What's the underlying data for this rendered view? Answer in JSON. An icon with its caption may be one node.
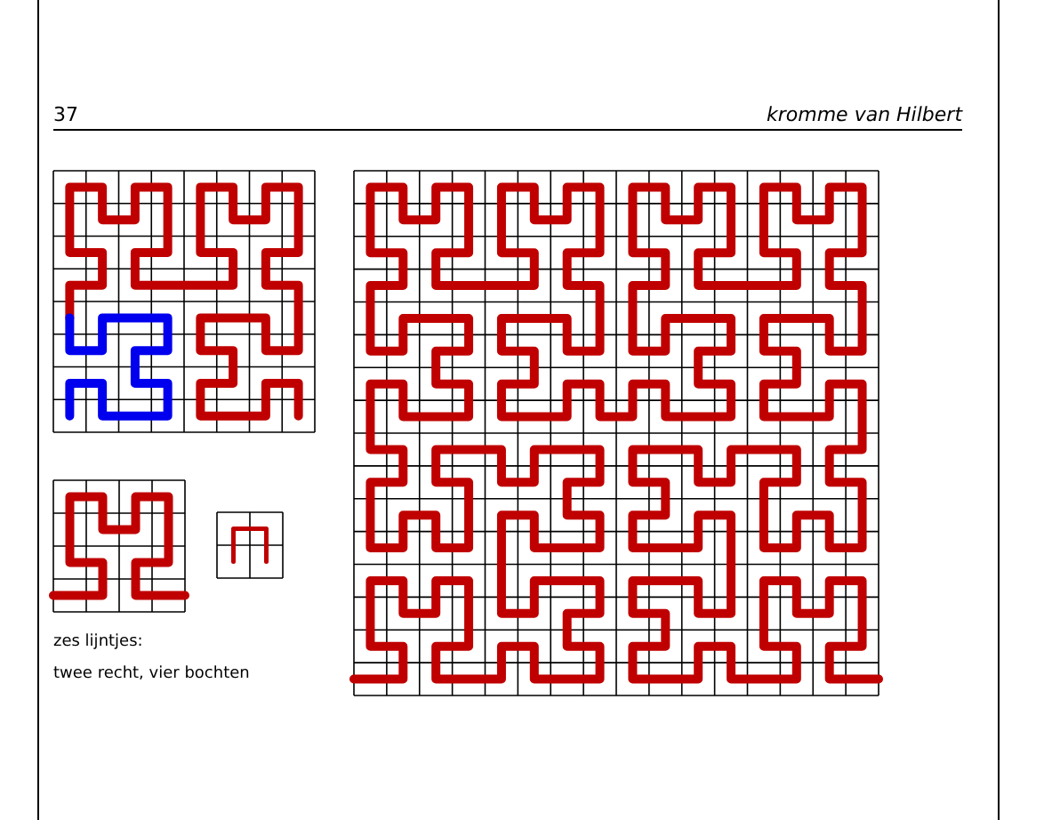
{
  "diagram": {
    "title": "kromme van Hilbert",
    "labels": [
      "37",
      "zes lijntjes:",
      "twee recht, vier bochten"
    ]
  }
}
